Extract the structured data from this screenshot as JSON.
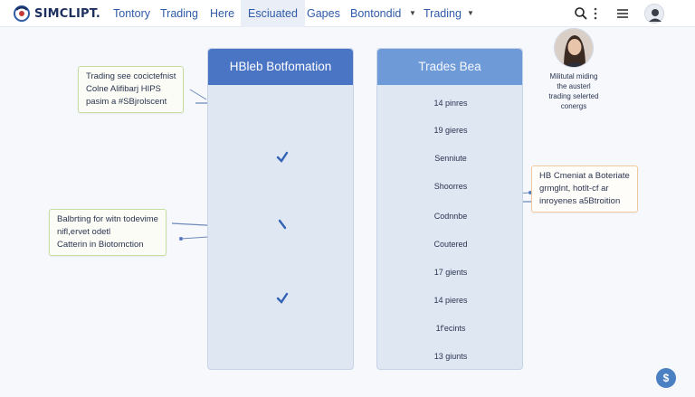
{
  "app": {
    "logo_text": "SIMCLIPT."
  },
  "nav": {
    "items": [
      {
        "label": "Tontory"
      },
      {
        "label": "Trading"
      },
      {
        "label": "Here"
      },
      {
        "label": "Esciuated",
        "active": true
      },
      {
        "label": "Gapes"
      },
      {
        "label": "Bontondid"
      },
      {
        "label": "Trading"
      }
    ]
  },
  "panels": {
    "left": {
      "title": "HBleb Botfomation"
    },
    "right": {
      "title": "Trades Bea",
      "rows": [
        "14 pinres",
        "19 gieres",
        "Senniute",
        "Shoorres",
        "Codnnbe",
        "Coutered",
        "17 gients",
        "14 pieres",
        "1f'ecints",
        "13 giunts"
      ]
    }
  },
  "notes": {
    "top_left": [
      "Trading see cocictefnist",
      "Colne Alifibarj HIPS",
      "pasim  a  #SBjrolscent"
    ],
    "mid_left": [
      "Balbrting for witn todevime",
      "nifl,ervet odetl",
      "Catterin in Biotomction"
    ],
    "right": [
      "HB Cmeniat a Boteriate",
      "grmglnt, hotlt-cf ar",
      "inroyenes a5Btroition"
    ]
  },
  "profile": {
    "caption": [
      "Militutal miding",
      "the austerl",
      "trading selerted",
      "conergs"
    ]
  },
  "colors": {
    "accent": "#4a74c4",
    "accent_light": "#6f9ad8",
    "note_green": "#c7dca3",
    "note_orange": "#f0c9a0"
  },
  "icons": {
    "search": "search-icon",
    "more": "more-vert-icon",
    "menu": "hamburger-icon",
    "check": "check-icon",
    "fab": "dollar-icon"
  }
}
